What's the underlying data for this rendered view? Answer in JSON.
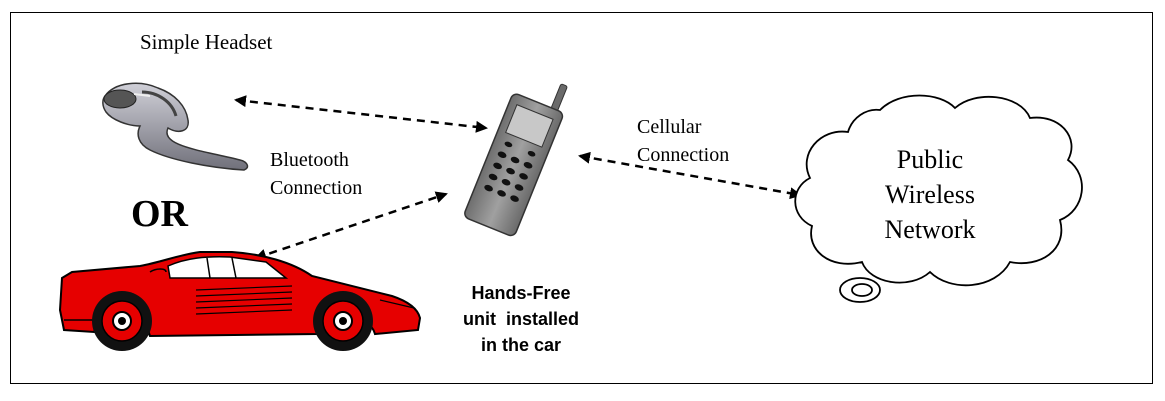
{
  "labels": {
    "headset_title": "Simple Headset",
    "bluetooth_line1": "Bluetooth",
    "bluetooth_line2": "Connection",
    "cellular_line1": "Cellular",
    "cellular_line2": "Connection",
    "or_text": "OR",
    "handsfree_line1": "Hands-Free",
    "handsfree_line2": "unit  installed",
    "handsfree_line3": "in the car",
    "cloud_line1": "Public",
    "cloud_line2": "Wireless",
    "cloud_line3": "Network"
  },
  "colors": {
    "car_body": "#e60000",
    "phone_body": "#8a8a8a",
    "phone_screen": "#c8c8c8",
    "headset": "#a8a8b0"
  }
}
